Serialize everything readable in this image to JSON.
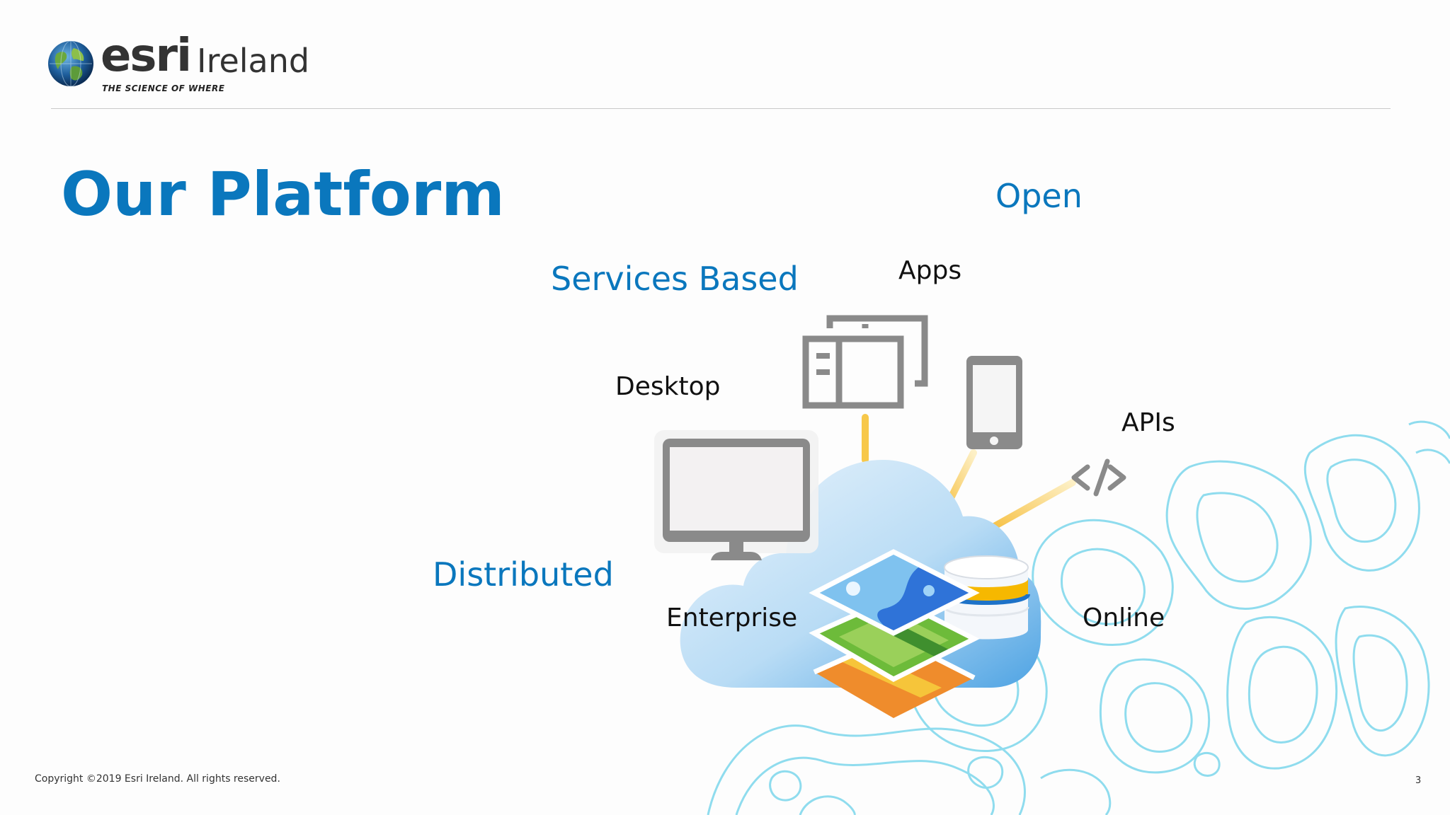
{
  "header": {
    "logo_word": "esri",
    "logo_region": "Ireland",
    "logo_tagline": "THE SCIENCE OF WHERE"
  },
  "slide": {
    "title": "Our Platform",
    "concepts": {
      "open": "Open",
      "services_based": "Services Based",
      "distributed": "Distributed"
    },
    "components": {
      "apps": "Apps",
      "desktop": "Desktop",
      "apis": "APIs",
      "enterprise": "Enterprise",
      "online": "Online"
    },
    "api_icon_text": "</>"
  },
  "footer": {
    "copyright": "Copyright ©2019 Esri Ireland. All rights reserved.",
    "page_number": "3"
  },
  "colors": {
    "accent_blue": "#0a77bd",
    "connector_yellow": "#f7c84a",
    "icon_gray": "#8a8a8a",
    "contour_cyan": "#7fd6ea"
  }
}
